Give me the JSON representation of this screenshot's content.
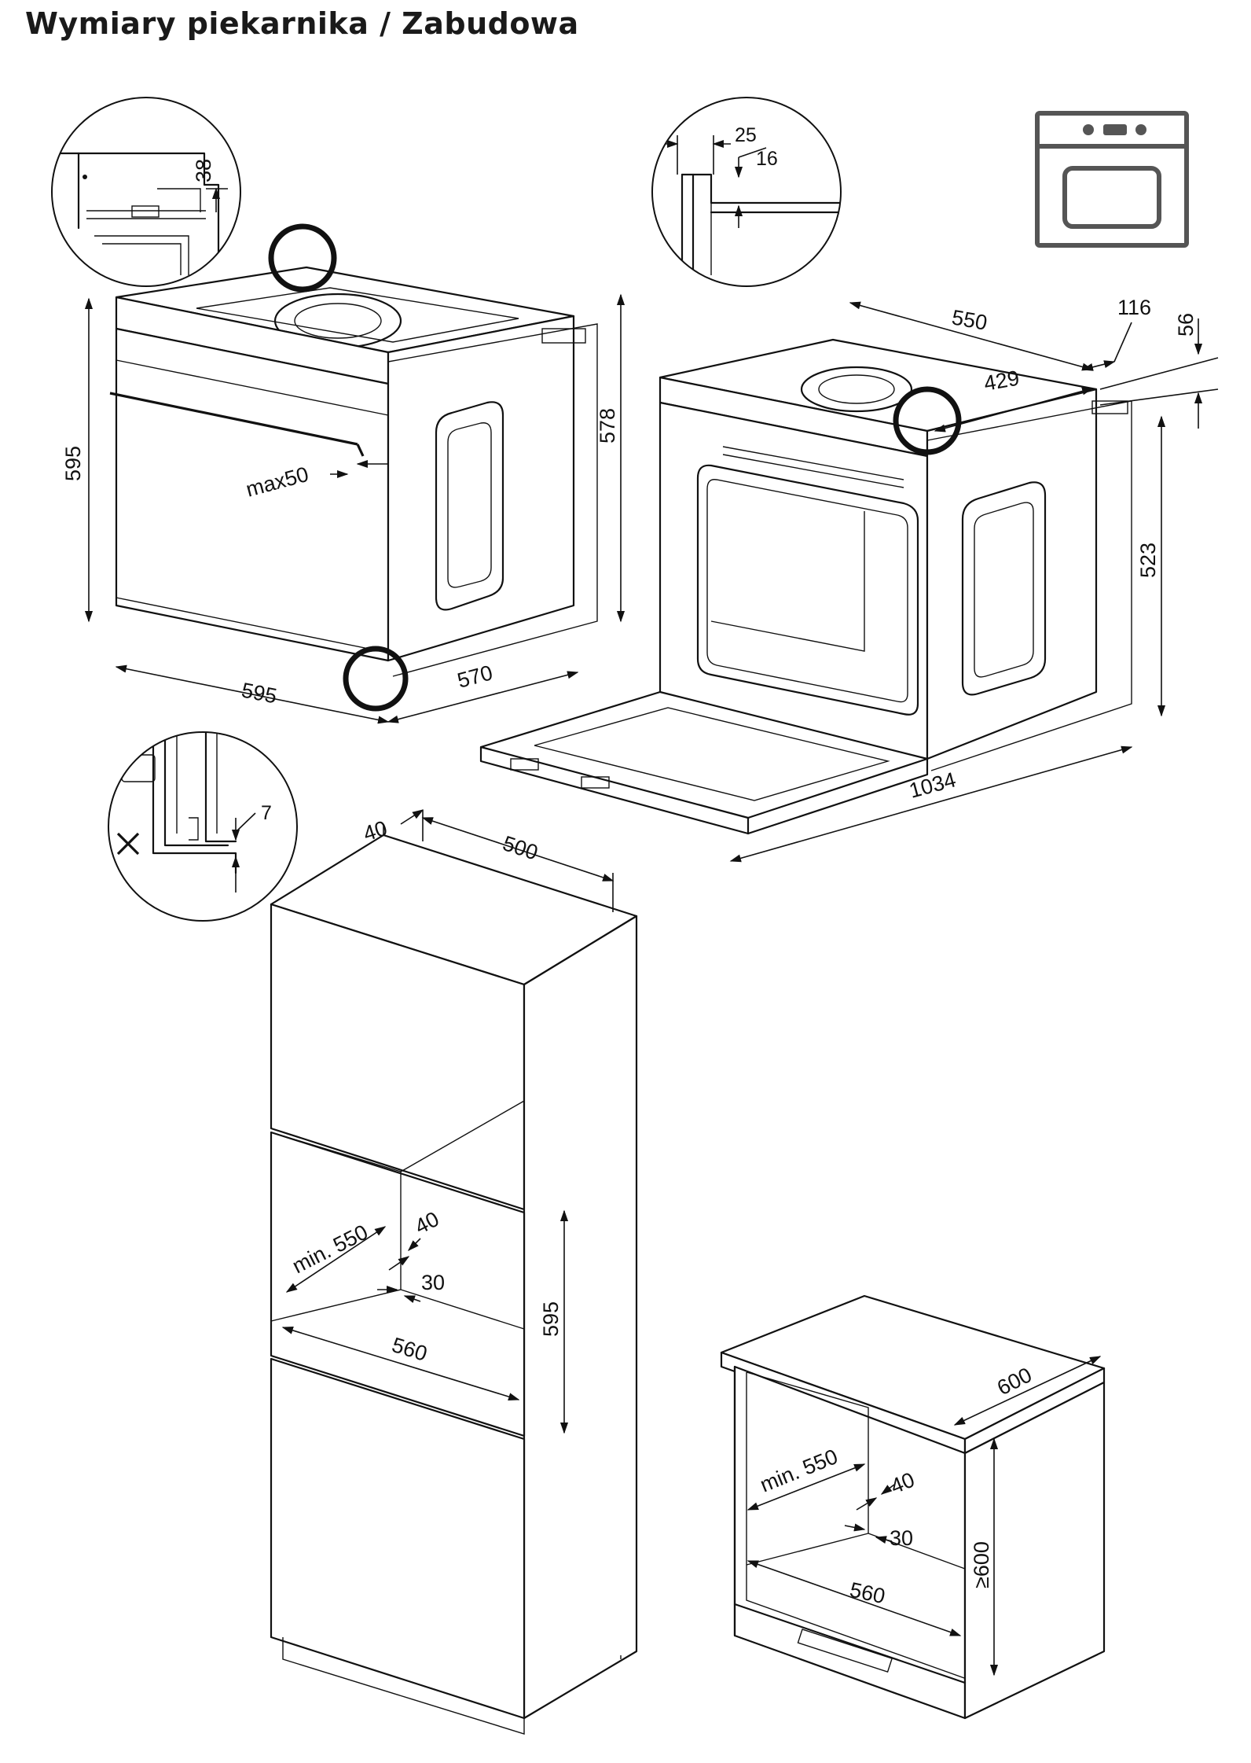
{
  "title": "Wymiary piekarnika / Zabudowa",
  "dimensions": {
    "oven_left_height": "595",
    "oven_left_width": "595",
    "oven_left_depth": "570",
    "oven_left_body_height": "578",
    "oven_handle_max": "max50",
    "detail_top_left": "38",
    "detail_top_right_a": "25",
    "detail_top_right_b": "16",
    "detail_bottom_left": "7",
    "oven_right_depth": "550",
    "oven_right_body_depth": "429",
    "oven_right_rail": "116",
    "oven_right_top": "56",
    "oven_right_height": "523",
    "oven_right_open_depth": "1034",
    "tall_cabinet_side": "40",
    "tall_cabinet_depth": "500",
    "tall_cabinet_min_depth": "min. 550",
    "tall_cabinet_gap_a": "40",
    "tall_cabinet_gap_b": "30",
    "tall_cabinet_niche_width": "560",
    "tall_cabinet_niche_height": "595",
    "base_cabinet_depth": "600",
    "base_cabinet_min_depth": "min. 550",
    "base_cabinet_gap_a": "40",
    "base_cabinet_gap_b": "30",
    "base_cabinet_niche_width": "560",
    "base_cabinet_niche_height": "≥600"
  },
  "icons": {
    "oven_icon": "built-in-oven-icon"
  }
}
